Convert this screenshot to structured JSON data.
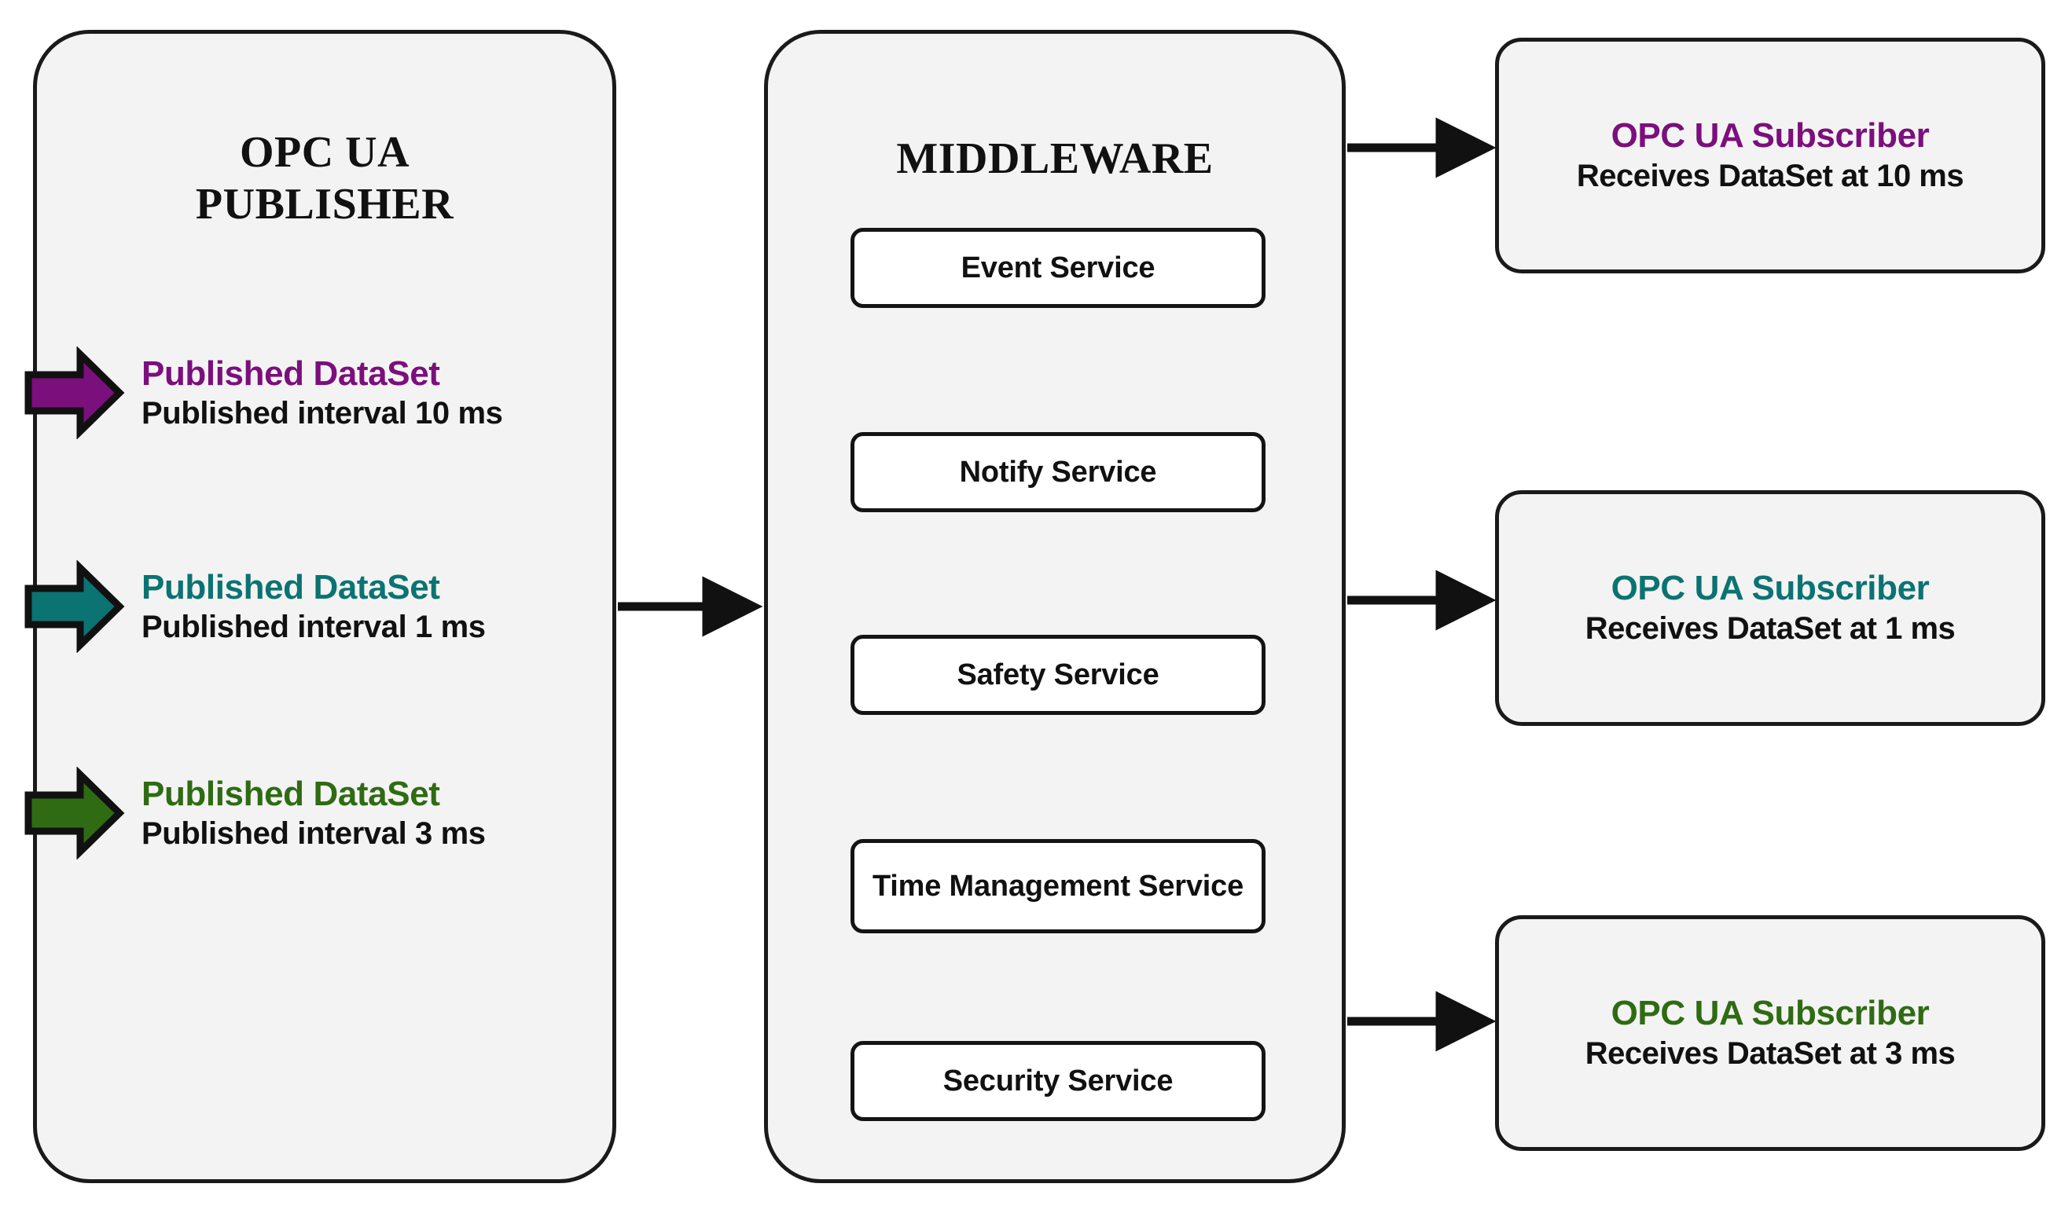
{
  "colors": {
    "purple": "#7B0F7B",
    "teal": "#0C7373",
    "green": "#2F6B12",
    "black": "#111111",
    "panel_fill": "#f3f3f3",
    "service_fill": "#ffffff",
    "border": "#1a1a1a"
  },
  "publisher": {
    "title_line1": "OPC UA",
    "title_line2": "PUBLISHER",
    "datasets": [
      {
        "name": "Published DataSet",
        "interval": "Published interval 10 ms",
        "color_key": "purple",
        "arrow_icon": "block-arrow-right-icon"
      },
      {
        "name": "Published DataSet",
        "interval": "Published interval 1 ms",
        "color_key": "teal",
        "arrow_icon": "block-arrow-right-icon"
      },
      {
        "name": "Published DataSet",
        "interval": "Published interval 3 ms",
        "color_key": "green",
        "arrow_icon": "block-arrow-right-icon"
      }
    ]
  },
  "middleware": {
    "title": "MIDDLEWARE",
    "services": [
      {
        "label": "Event Service"
      },
      {
        "label": "Notify Service"
      },
      {
        "label": "Safety Service"
      },
      {
        "label": "Time Management Service"
      },
      {
        "label": "Security Service"
      }
    ]
  },
  "subscribers": [
    {
      "title": "OPC UA Subscriber",
      "detail": "Receives DataSet at 10 ms",
      "color_key": "purple"
    },
    {
      "title": "OPC UA Subscriber",
      "detail": "Receives DataSet at 1 ms",
      "color_key": "teal"
    },
    {
      "title": "OPC UA Subscriber",
      "detail": "Receives DataSet at 3 ms",
      "color_key": "green"
    }
  ],
  "connectors": [
    {
      "name": "publisher-to-middleware-arrow"
    },
    {
      "name": "middleware-to-subscriber-1-arrow"
    },
    {
      "name": "middleware-to-subscriber-2-arrow"
    },
    {
      "name": "middleware-to-subscriber-3-arrow"
    }
  ]
}
